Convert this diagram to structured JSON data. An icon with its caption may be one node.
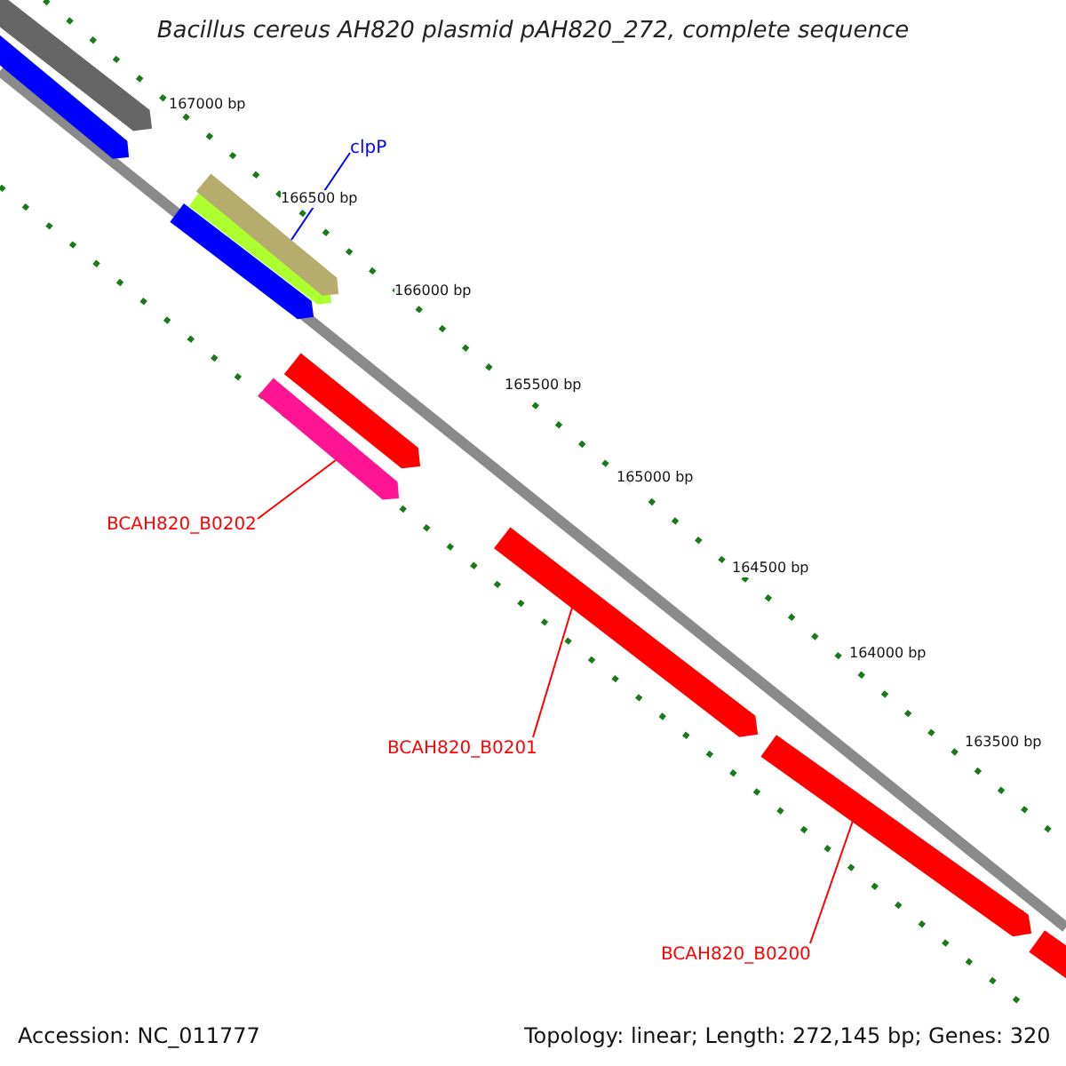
{
  "diagram": {
    "title": "Bacillus cereus AH820 plasmid pAH820_272, complete sequence",
    "nodes": [
      {
        "text": [
          "clpP"
        ]
      },
      {
        "text": [],
        "shape": "bar"
      },
      {
        "text": [
          "BCAH820_B0202"
        ]
      },
      {
        "text": [],
        "shape": "bar"
      },
      {
        "text": [
          "BCAH820_B0201"
        ]
      },
      {
        "text": [],
        "shape": "bar"
      },
      {
        "text": [
          "BCAH820_B0200"
        ]
      },
      {
        "text": [],
        "shape": "bar"
      }
    ],
    "edges": [
      {
        "from": 0,
        "to": 1,
        "arrow": "none",
        "color": "#0000ff"
      },
      {
        "from": 2,
        "to": 3,
        "arrow": "none"
      },
      {
        "from": 4,
        "to": 5,
        "arrow": "none"
      },
      {
        "from": 6,
        "to": 7,
        "arrow": "none"
      }
    ],
    "labels": [
      "167000 bp",
      "166500 bp",
      "166000 bp",
      "165500 bp",
      "165000 bp",
      "164500 bp",
      "164000 bp",
      "163500 bp",
      "Accession: NC_011777",
      "Topology: linear; Length: 272,145 bp; Genes: 320"
    ]
  }
}
